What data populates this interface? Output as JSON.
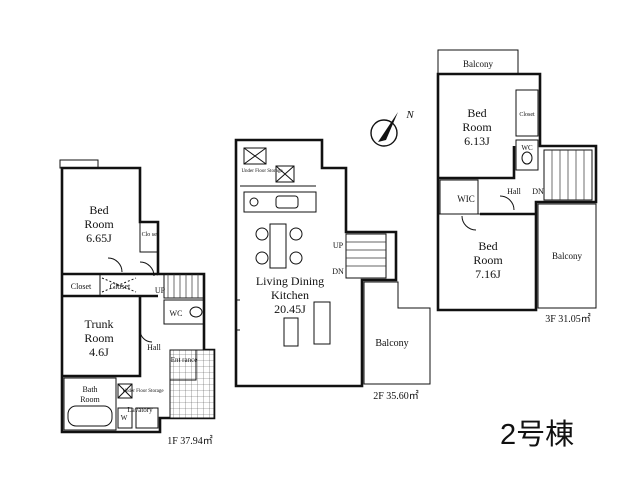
{
  "floor1": {
    "bed_name": "Bed",
    "bed_name2": "Room",
    "bed_size": "6.65J",
    "closet_small": "Clo set",
    "closet_a": "Closet",
    "closet_b": "Closet",
    "up": "UP",
    "trunk_name": "Trunk",
    "trunk_name2": "Room",
    "trunk_size": "4.6J",
    "wc": "WC",
    "hall": "Hall",
    "entrance": "Ent rance",
    "bath_name": "Bath",
    "bath_name2": "Room",
    "under_floor": "Under Floor Storage",
    "w": "W",
    "lavatory": "Lavatory",
    "area": "1F 37.94㎡"
  },
  "floor2": {
    "under_floor": "Under Floor Storage",
    "ldk_1": "Living Dining",
    "ldk_2": "Kitchen",
    "ldk_size": "20.45J",
    "up": "UP",
    "dn": "DN",
    "balcony": "Balcony",
    "area": "2F 35.60㎡"
  },
  "floor3": {
    "balcony_top": "Balcony",
    "bed_a_name": "Bed",
    "bed_a_name2": "Room",
    "bed_a_size": "6.13J",
    "closet": "Closet",
    "wc": "WC",
    "hall": "Hall",
    "dn": "DN",
    "wic": "WIC",
    "bed_b_name": "Bed",
    "bed_b_name2": "Room",
    "bed_b_size": "7.16J",
    "balcony_right": "Balcony",
    "area": "3F 31.05㎡"
  },
  "compass_label": "N",
  "building_label": "2号棟"
}
